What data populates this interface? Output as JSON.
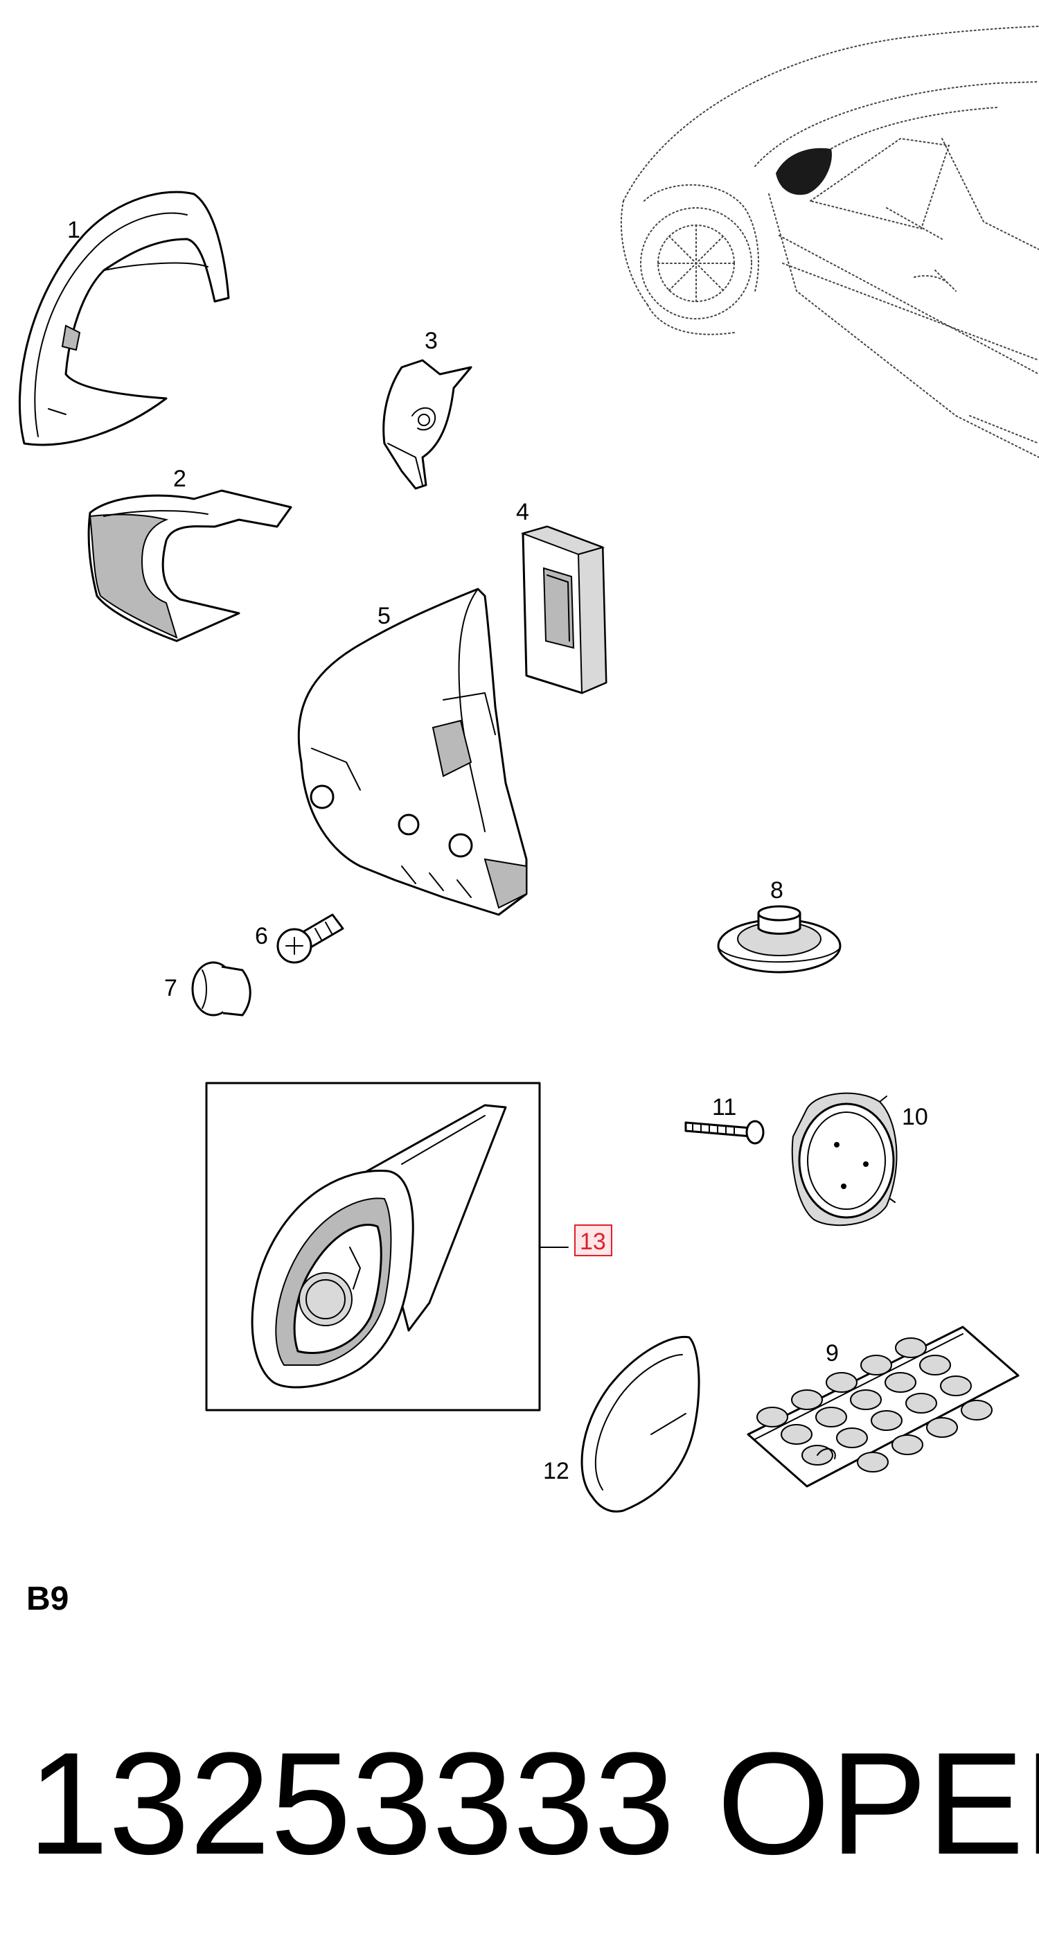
{
  "callouts": {
    "c1": "1",
    "c2": "2",
    "c3": "3",
    "c4": "4",
    "c5": "5",
    "c6": "6",
    "c7": "7",
    "c8": "8",
    "c9": "9",
    "c10": "10",
    "c11": "11",
    "c12": "12",
    "c13": "13"
  },
  "section_label": "B9",
  "footer": {
    "part_number": "13253333",
    "brand": "OPEL"
  },
  "colors": {
    "highlight": "#e0202a",
    "ink": "#000000",
    "shade": "#b9b9b9"
  }
}
